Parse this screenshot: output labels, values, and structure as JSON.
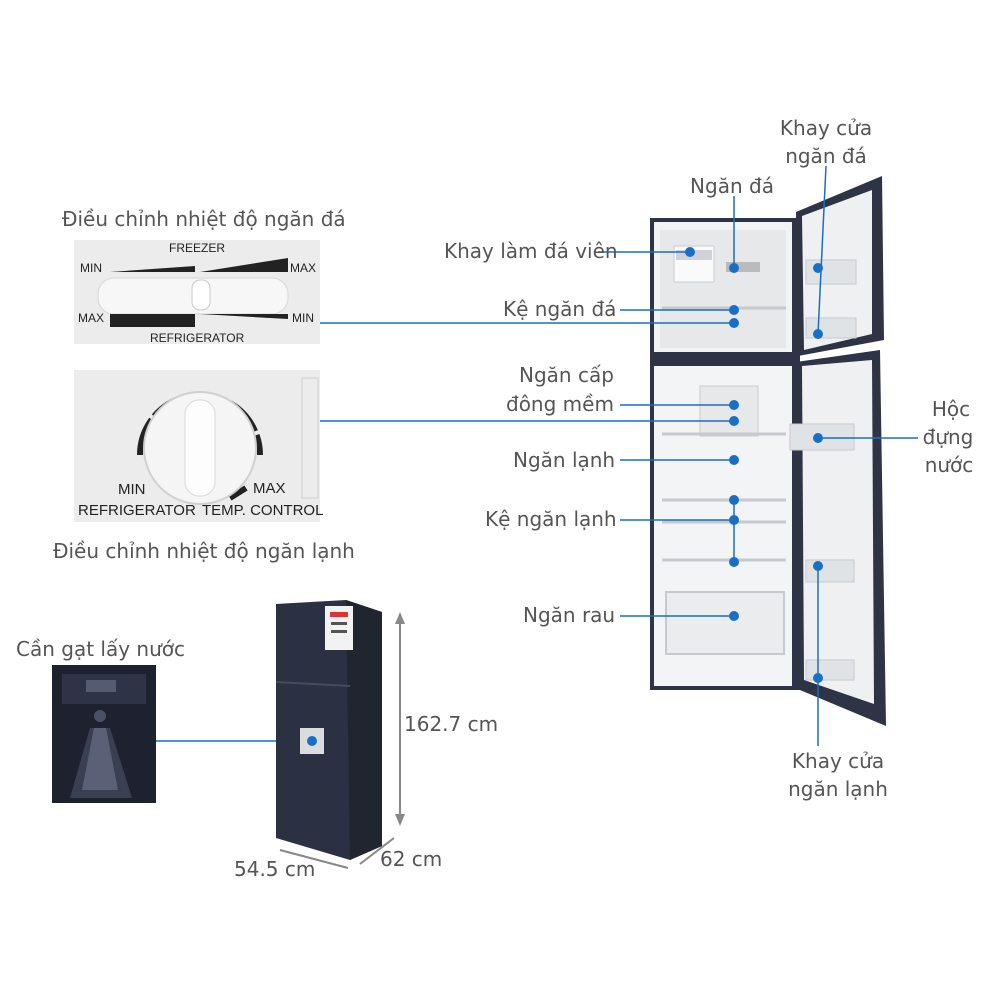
{
  "labels": {
    "freezer_control_title": "Điều chỉnh nhiệt độ ngăn đá",
    "fridge_control_title": "Điều chỉnh nhiệt độ ngăn lạnh",
    "water_lever": "Cần gạt lấy nước",
    "freezer_door_tray_1": "Khay cửa",
    "freezer_door_tray_2": "ngăn đá",
    "freezer_compartment": "Ngăn đá",
    "ice_tray": "Khay làm đá viên",
    "freezer_shelf": "Kệ ngăn đá",
    "soft_freeze_1": "Ngăn cấp",
    "soft_freeze_2": "đông mềm",
    "fridge_compartment": "Ngăn lạnh",
    "fridge_shelf": "Kệ ngăn lạnh",
    "vegetable_drawer": "Ngăn rau",
    "water_box_1": "Hộc",
    "water_box_2": "đựng",
    "water_box_3": "nước",
    "fridge_door_tray_1": "Khay cửa",
    "fridge_door_tray_2": "ngăn lạnh"
  },
  "freezer_panel": {
    "freezer": "FREEZER",
    "refrigerator": "REFRIGERATOR",
    "min_left": "MIN",
    "max_right": "MAX",
    "max_left": "MAX",
    "min_right": "MIN"
  },
  "dial_panel": {
    "min": "MIN",
    "max": "MAX",
    "refrigerator": "REFRIGERATOR",
    "temp_control": "TEMP. CONTROL"
  },
  "dimensions": {
    "height": "162.7 cm",
    "width": "54.5 cm",
    "depth": "62 cm"
  },
  "colors": {
    "accent": "#1a6fc4",
    "body": "#2b3142"
  }
}
